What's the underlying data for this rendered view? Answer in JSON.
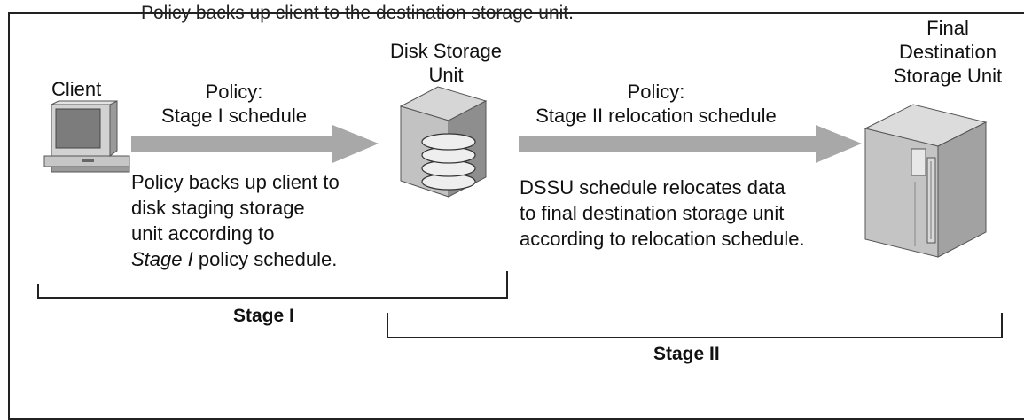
{
  "header_clipped": "Policy backs up client to the destination storage unit.",
  "nodes": {
    "client": {
      "label": "Client"
    },
    "dssu": {
      "label_line1": "Disk Storage",
      "label_line2": "Unit"
    },
    "final": {
      "label_line1": "Final",
      "label_line2": "Destination",
      "label_line3": "Storage Unit"
    }
  },
  "stage1": {
    "policy_line1": "Policy:",
    "policy_line2": "Stage I schedule",
    "desc_line1": "Policy backs up client to",
    "desc_line2": "disk staging storage",
    "desc_line3": "unit according to",
    "desc_line4_italic": "Stage I",
    "desc_line4_rest": " policy schedule.",
    "bracket_label": "Stage I"
  },
  "stage2": {
    "policy_line1": "Policy:",
    "policy_line2": "Stage II relocation schedule",
    "desc_line1": "DSSU schedule relocates data",
    "desc_line2": "to final destination storage unit",
    "desc_line3": "according to relocation schedule.",
    "bracket_label": "Stage II"
  },
  "colors": {
    "arrow": "#a8a8a8",
    "line": "#222222",
    "device": "#bdbdbd"
  }
}
